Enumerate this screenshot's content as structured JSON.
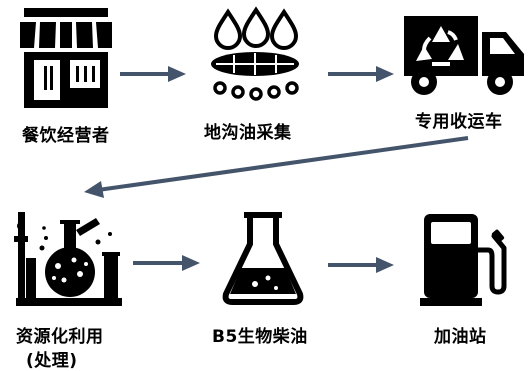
{
  "steps": [
    {
      "label": "餐饮经营者",
      "icon": "restaurant-storefront-icon"
    },
    {
      "label": "地沟油采集",
      "icon": "oil-collection-drops-icon"
    },
    {
      "label": "专用收运车",
      "icon": "recycling-truck-icon"
    },
    {
      "label": "资源化利用",
      "sublabel": "(处理)",
      "icon": "lab-processing-icon"
    },
    {
      "label": "B5生物柴油",
      "icon": "flask-icon"
    },
    {
      "label": "加油站",
      "icon": "fuel-pump-icon"
    }
  ],
  "colors": {
    "arrow": "#44546a",
    "icon": "#000000",
    "text": "#000000"
  }
}
